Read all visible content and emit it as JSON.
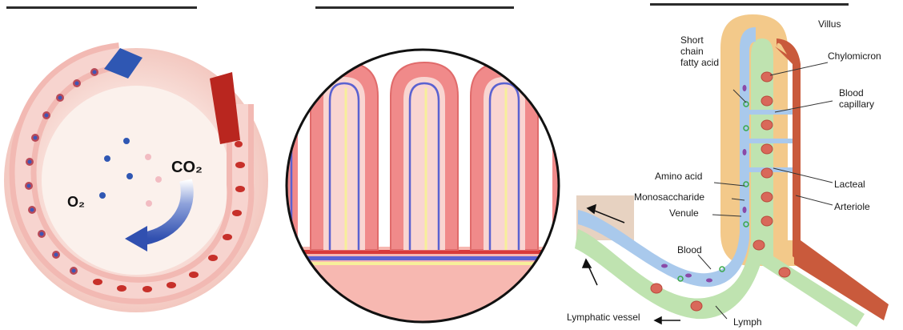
{
  "panel1": {
    "o2_label": "O₂",
    "co2_label": "CO₂",
    "colors": {
      "vein": "#2f57b3",
      "artery": "#b9261f",
      "wall": "#f4c2be",
      "blood_cell": "#c7302a"
    }
  },
  "panel2": {
    "colors": {
      "villus": "#f08a8a",
      "capillary_red": "#d83a3a",
      "capillary_blue": "#5b62d1",
      "lacteal": "#f7ef9a"
    }
  },
  "panel3": {
    "labels": {
      "villus": "Villus",
      "short_chain": [
        "Short",
        "chain",
        "fatty acid"
      ],
      "chylomicron": "Chylomicron",
      "blood_capillary": [
        "Blood",
        "capillary"
      ],
      "amino_acid": "Amino acid",
      "monosaccharide": "Monosaccharide",
      "venule": "Venule",
      "lacteal": "Lacteal",
      "arteriole": "Arteriole",
      "blood": "Blood",
      "lymphatic_vessel": "Lymphatic vessel",
      "lymph": "Lymph"
    },
    "colors": {
      "villus": "#f3c98a",
      "venule": "#a9c9ec",
      "lacteal": "#bfe3b0",
      "arteriole": "#c95a3c",
      "lymph": "#bfe3b0"
    }
  }
}
